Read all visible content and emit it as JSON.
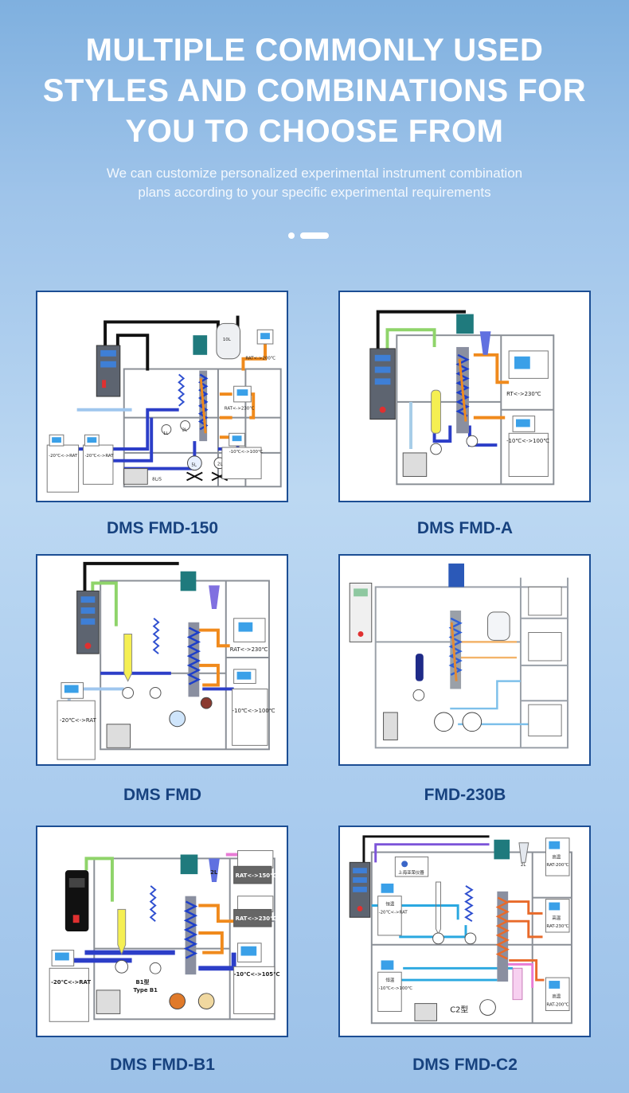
{
  "hero": {
    "title_lines": [
      "MULTIPLE COMMONLY USED",
      "STYLES AND COMBINATIONS FOR",
      "YOU TO CHOOSE FROM"
    ],
    "subtitle_lines": [
      "We can customize personalized experimental instrument combination",
      "plans according to your specific experimental requirements"
    ]
  },
  "carousel": {
    "active_index": 2,
    "count": 2
  },
  "products": [
    {
      "name": "DMS FMD-150",
      "diagram_text": [
        "10L",
        "RAT<->200℃",
        "RAT<->230℃",
        "-20℃<->RAT",
        "-20℃<->RAT",
        "-10℃<->100℃",
        "1L",
        "2L",
        "5L",
        "2L",
        "8L/S"
      ]
    },
    {
      "name": "DMS FMD-A",
      "diagram_text": [
        "RT<->230℃",
        "-10℃<->100℃"
      ]
    },
    {
      "name": "DMS FMD",
      "diagram_text": [
        "RAT<->230℃",
        "-20℃<->RAT",
        "-10℃<->100℃"
      ]
    },
    {
      "name": "FMD-230B",
      "diagram_text": []
    },
    {
      "name": "DMS FMD-B1",
      "diagram_text": [
        "RAT<->150℃",
        "RAT<->230℃",
        "-20℃<->RAT",
        "-10℃<->105℃",
        "B1型",
        "Type B1",
        "2L"
      ]
    },
    {
      "name": "DMS FMD-C2",
      "diagram_text": [
        "上海亚荣仪器",
        "恒温",
        "-20℃<->RAT",
        "恒温",
        "-10℃<->100℃",
        "高温",
        "RAT-200℃",
        "高温",
        "RAT-230℃",
        "高温",
        "RAT-200℃",
        "C2型",
        "2L"
      ]
    }
  ]
}
